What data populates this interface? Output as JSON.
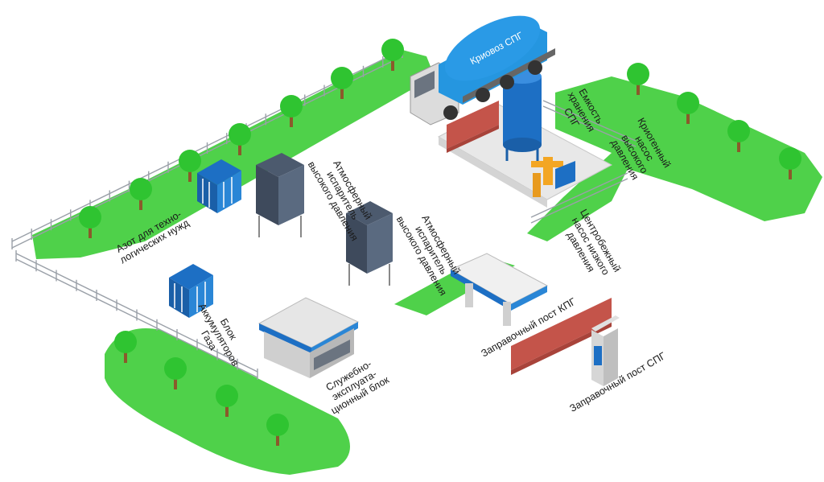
{
  "labels": {
    "cryotruck": "Криовоз СПГ",
    "storage": "Емкость\nхранения\nСПГ",
    "cryopump": "Криогенный\nнасос\nвысокого\nдавления",
    "centrifugal": "Центробежный\nнасос низкого\nдавления",
    "evap1": "Атмосферный\nиспаритель\nвысокого давления",
    "evap2": "Атмосферный\nиспаритель\nвысокого давления",
    "nitrogen": "Азот для техно-\nлогических нужд",
    "accum": "Блок\nАккумуляторов\nГаза",
    "service": "Служебно-\nэксплуата-\nционный блок",
    "cng": "Заправочный пост КПГ",
    "lng": "Заправочный пост СПГ"
  },
  "colors": {
    "grass": "#4fd14a",
    "tree": "#2fc431",
    "tank_blue": "#1d6fc4",
    "tanker_blue": "#2596e0",
    "brick": "#c4544a",
    "pavement": "#f2f2f2"
  }
}
